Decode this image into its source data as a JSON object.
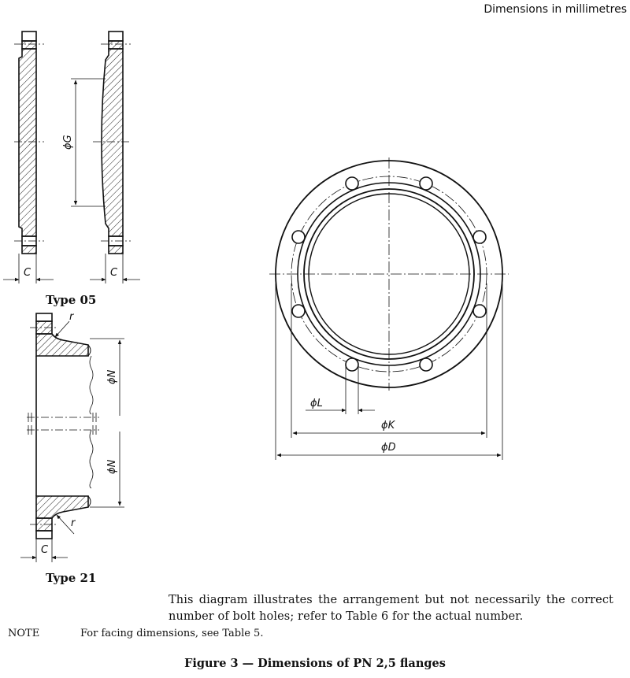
{
  "header": {
    "units": "Dimensions in millimetres"
  },
  "type05": {
    "label": "Type 05",
    "c_left": "C",
    "c_right": "C",
    "dia_g": "ϕG"
  },
  "type21": {
    "label": "Type 21",
    "radius_top": "r",
    "radius_bottom": "r",
    "dia_n_top": "ϕN",
    "dia_n_bottom": "ϕN",
    "c": "C"
  },
  "plan": {
    "dia_l": "ϕL",
    "dia_k": "ϕK",
    "dia_d": "ϕD"
  },
  "note_text": "This diagram illustrates the arrangement but not necessarily the correct number of bolt holes; refer to Table 6 for the actual number.",
  "note": {
    "tag": "NOTE",
    "text": "For facing dimensions, see Table 5."
  },
  "caption": "Figure 3 — Dimensions of PN 2,5 flanges"
}
